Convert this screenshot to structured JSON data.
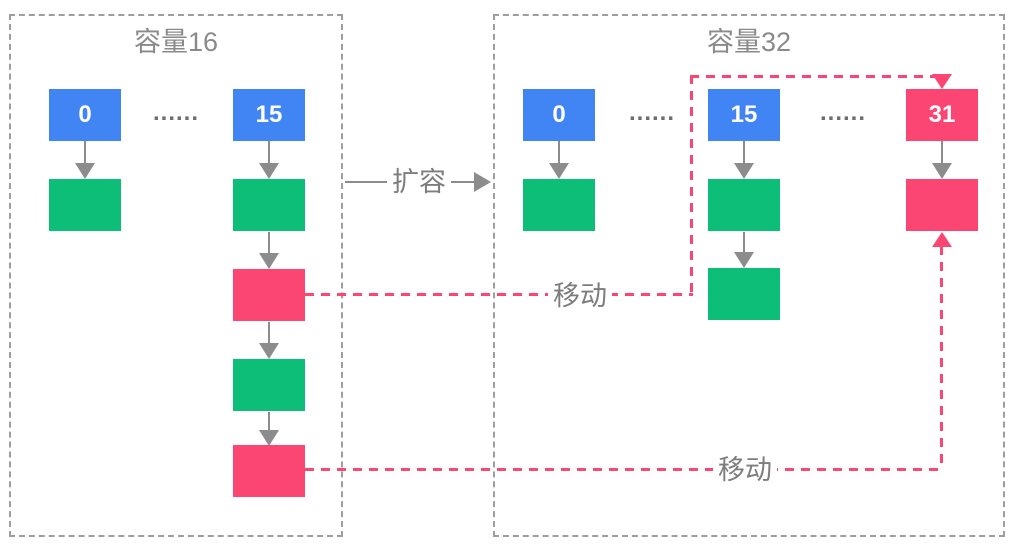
{
  "diagram": {
    "left_panel": {
      "title": "容量16",
      "dots": "......",
      "buckets": [
        {
          "index": "0",
          "chain": [
            "green"
          ]
        },
        {
          "index": "15",
          "chain": [
            "green",
            "pink",
            "green",
            "pink"
          ]
        }
      ]
    },
    "right_panel": {
      "title": "容量32",
      "dots_1": "......",
      "dots_2": "......",
      "buckets": [
        {
          "index": "0",
          "chain": [
            "green"
          ]
        },
        {
          "index": "15",
          "chain": [
            "green",
            "green"
          ]
        },
        {
          "index": "31",
          "chain": [
            "pink"
          ]
        }
      ]
    },
    "expand_label": "扩容",
    "move_label_1": "移动",
    "move_label_2": "移动"
  },
  "colors": {
    "blue": "#4184f4",
    "green": "#0dbe78",
    "pink": "#fb4573",
    "arrow_gray": "#8c8c8c",
    "border_gray": "#9e9e9e",
    "text_gray": "#8a8a8a"
  }
}
